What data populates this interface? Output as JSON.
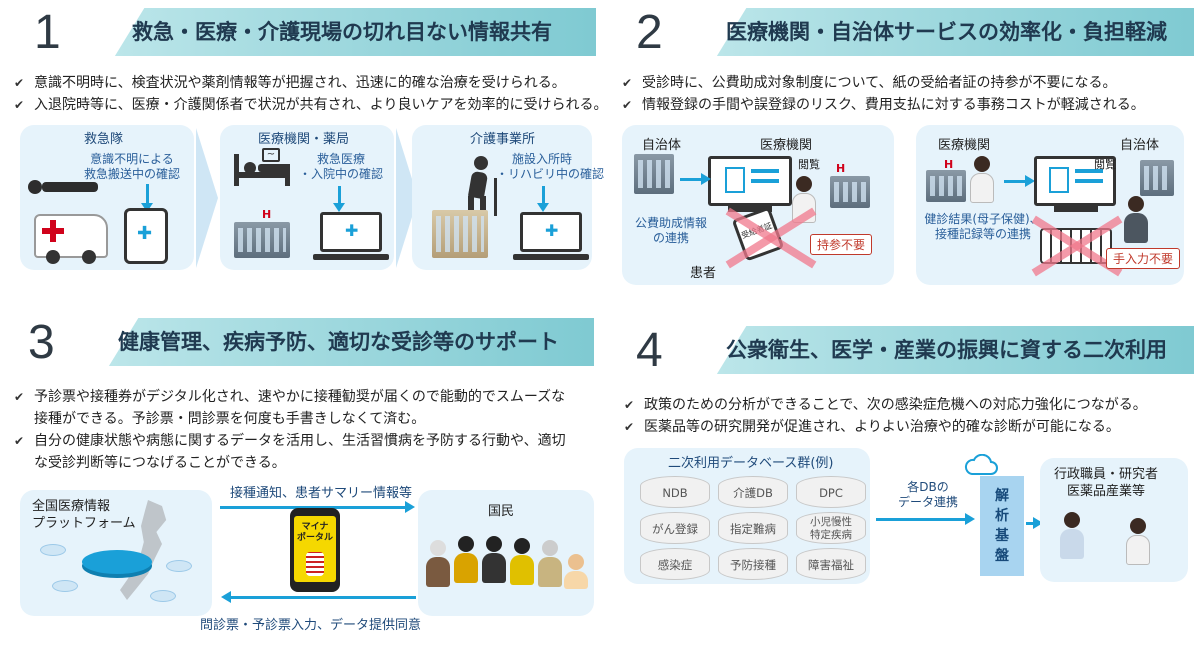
{
  "sections": [
    {
      "number": "1",
      "title": "救急・医療・介護現場の切れ目ない情報共有",
      "bullets": [
        "意識不明時に、検査状況や薬剤情報等が把握され、迅速に的確な治療を受けられる。",
        "入退院時等に、医療・介護関係者で状況が共有され、より良いケアを効率的に受けられる。"
      ],
      "columns": [
        {
          "heading": "救急隊",
          "note": "意識不明による\n救急搬送中の確認"
        },
        {
          "heading": "医療機関・薬局",
          "note": "救急医療\n・入院中の確認"
        },
        {
          "heading": "介護事業所",
          "note": "施設入所時\n・リハビリ中の確認"
        }
      ],
      "hospital_sign": "H"
    },
    {
      "number": "2",
      "title": "医療機関・自治体サービスの効率化・負担軽減",
      "bullets": [
        "受診時に、公費助成対象制度について、紙の受給者証の持参が不要になる。",
        "情報登録の手間や誤登録のリスク、費用支払に対する事務コストが軽減される。"
      ],
      "left_panel": {
        "label_left": "自治体",
        "label_right": "医療機関",
        "view_label": "閲覧",
        "link_note": "公費助成情報\nの連携",
        "patient_label": "患者",
        "card_label": "受給者証",
        "tag": "持参不要",
        "hospital_sign": "H"
      },
      "right_panel": {
        "label_left": "医療機関",
        "label_right": "自治体",
        "view_label": "閲覧",
        "link_note": "健診結果(母子保健)、\n接種記録等の連携",
        "tag": "手入力不要",
        "hospital_sign": "H"
      }
    },
    {
      "number": "3",
      "title": "健康管理、疾病予防、適切な受診等のサポート",
      "bullets": [
        "予診票や接種券がデジタル化され、速やかに接種勧奨が届くので能動的でスムーズな接種ができる。予診票・問診票を何度も手書きしなくて済む。",
        "自分の健康状態や病態に関するデータを活用し、生活習慣病を予防する行動や、適切な受診判断等につなげることができる。"
      ],
      "platform_label": "全国医療情報\nプラットフォーム",
      "top_arrow": "接種通知、患者サマリー情報等",
      "bottom_arrow": "問診票・予診票入力、データ提供同意",
      "app_label": "マイナ\nポータル",
      "citizens_label": "国民"
    },
    {
      "number": "4",
      "title": "公衆衛生、医学・産業の振興に資する二次利用",
      "bullets": [
        "政策のための分析ができることで、次の感染症危機への対応力強化につながる。",
        "医薬品等の研究開発が促進され、よりよい治療や的確な診断が可能になる。"
      ],
      "db_title": "二次利用データベース群(例)",
      "databases": [
        "NDB",
        "介護DB",
        "DPC",
        "がん登録",
        "指定難病",
        "小児慢性\n特定疾病",
        "感染症",
        "予防接種",
        "障害福祉"
      ],
      "link_label": "各DBの\nデータ連携",
      "analysis_label": "解\n析\n基\n盤",
      "users_label": "行政職員・研究者\n医薬品産業等"
    }
  ],
  "colors": {
    "accent": "#1aa0d8",
    "header_band": "#a9dde2",
    "panel": "#e6f3fb",
    "alert": "#c0392b"
  },
  "icons": [
    "cloud-icon",
    "ambulance-icon",
    "tablet-icon",
    "laptop-icon",
    "building-icon",
    "smartphone-icon",
    "japan-map-icon"
  ]
}
